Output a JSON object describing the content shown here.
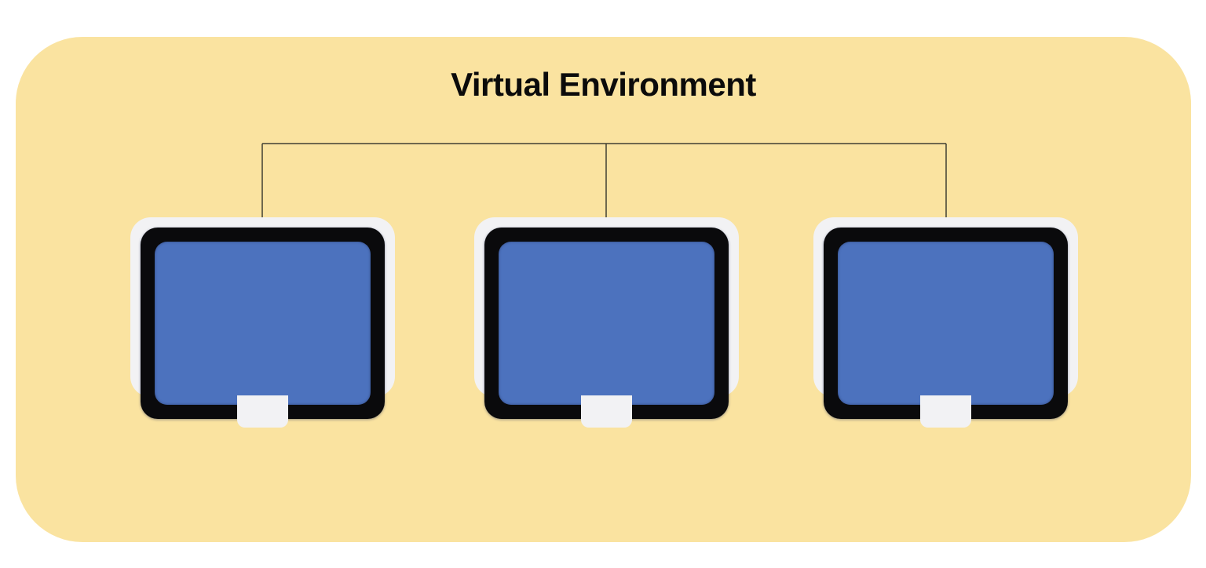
{
  "diagram": {
    "title": "Virtual Environment",
    "type": "grouped-container-diagram",
    "description_of_structure": "One rounded container labeled at top; a bracket connector links the container label area to three identical computer monitor icons arranged in a row",
    "nodes": [
      {
        "id": "virtual-machine-1",
        "icon": "computer-monitor-icon",
        "label": ""
      },
      {
        "id": "virtual-machine-2",
        "icon": "computer-monitor-icon",
        "label": ""
      },
      {
        "id": "virtual-machine-3",
        "icon": "computer-monitor-icon",
        "label": ""
      }
    ]
  },
  "colors": {
    "page_bg": "#ffffff",
    "container_bg": "#fae3a0",
    "title_color": "#0b0b0b",
    "connector": "#3f3f33",
    "shell_gray": "#f2f2f4",
    "frame_black": "#0a0a0c",
    "screen_blue": "#4c72be"
  }
}
